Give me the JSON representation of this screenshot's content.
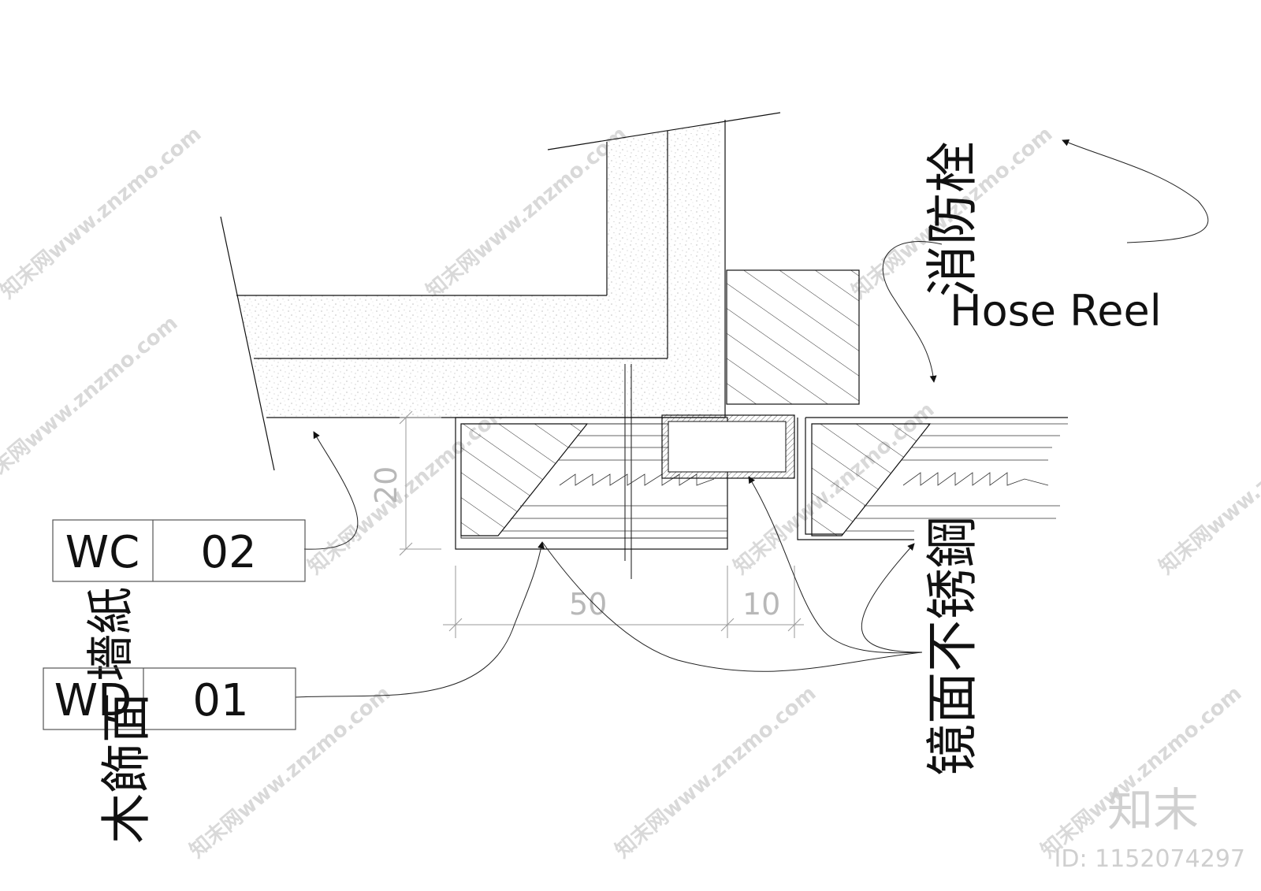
{
  "labels": {
    "hose_reel_cn": "消防栓",
    "hose_reel_en": "Hose Reel",
    "stainless_cn": "镜面不锈鋼",
    "wallpaper_cn": "墻紙",
    "wood_cn": "木飾面"
  },
  "tags": {
    "wc": {
      "code": "WC",
      "num": "02"
    },
    "wd": {
      "code": "WD",
      "num": "01"
    }
  },
  "dimensions": {
    "height": "20",
    "width_a": "50",
    "width_b": "10"
  },
  "watermark": {
    "text": "知末网www.znzmo.com",
    "brand": "知末",
    "id": "ID: 1152074297"
  },
  "colors": {
    "line": "#111111",
    "dim": "#b8b8b8",
    "watermark": "#d9d9d9"
  }
}
